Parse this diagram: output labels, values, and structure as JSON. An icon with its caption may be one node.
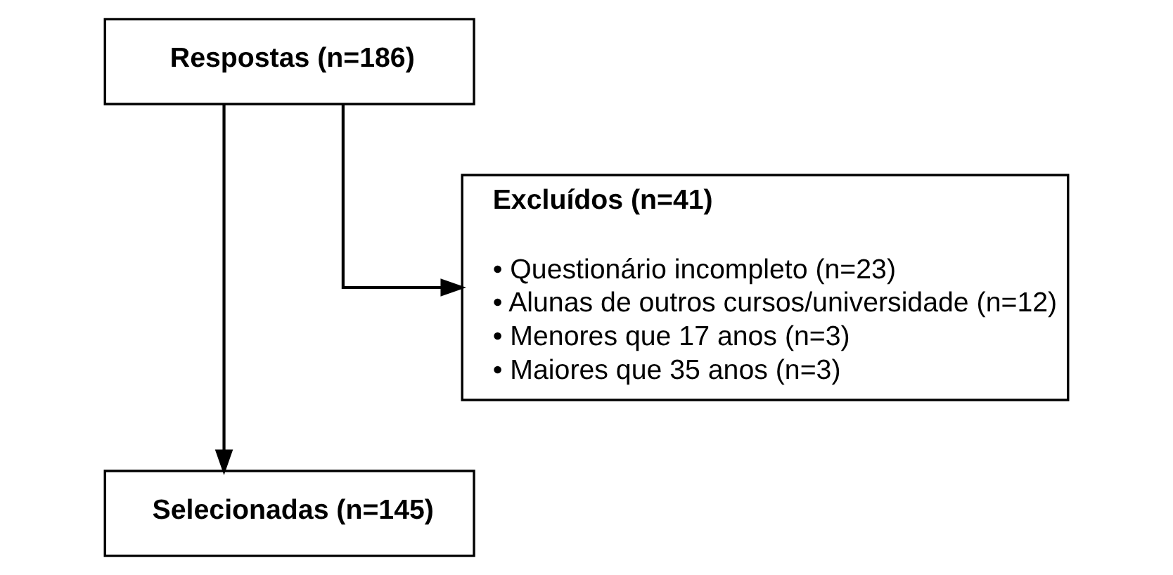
{
  "diagram": {
    "nodes": [
      {
        "text": [
          "Respostas (n=186)"
        ]
      },
      {
        "text": [
          "Selecionadas (n=145)"
        ]
      },
      {
        "text": [
          "Excluídos (n=41)",
          "• Questionário incompleto (n=23)",
          "• Alunas de outros cursos/universidade (n=12)",
          "• Menores que 17 anos (n=3)",
          "• Maiores que 35 anos (n=3)"
        ]
      }
    ],
    "edges": [
      {
        "from": 0,
        "to": 1,
        "arrow": "to"
      },
      {
        "from": 0,
        "to": 2,
        "arrow": "to"
      }
    ]
  }
}
